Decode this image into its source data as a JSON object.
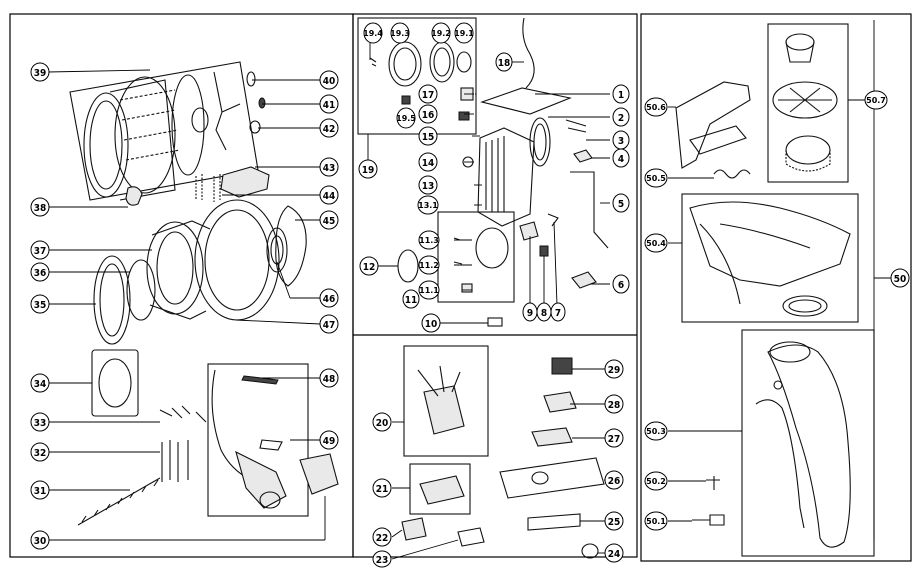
{
  "diagram": {
    "callouts": {
      "c1": "1",
      "c2": "2",
      "c3": "3",
      "c4": "4",
      "c5": "5",
      "c6": "6",
      "c7": "7",
      "c8": "8",
      "c9": "9",
      "c10": "10",
      "c11": "11",
      "c11_1": "11.1",
      "c11_2": "11.2",
      "c11_3": "11.3",
      "c12": "12",
      "c13": "13",
      "c13_1": "13.1",
      "c14": "14",
      "c15": "15",
      "c16": "16",
      "c17": "17",
      "c18": "18",
      "c19": "19",
      "c19_1": "19.1",
      "c19_2": "19.2",
      "c19_3": "19.3",
      "c19_4": "19.4",
      "c19_5": "19.5",
      "c20": "20",
      "c21": "21",
      "c22": "22",
      "c23": "23",
      "c24": "24",
      "c25": "25",
      "c26": "26",
      "c27": "27",
      "c28": "28",
      "c29": "29",
      "c30": "30",
      "c31": "31",
      "c32": "32",
      "c33": "33",
      "c34": "34",
      "c35": "35",
      "c36": "36",
      "c37": "37",
      "c38": "38",
      "c39": "39",
      "c40": "40",
      "c41": "41",
      "c42": "42",
      "c43": "43",
      "c44": "44",
      "c45": "45",
      "c46": "46",
      "c47": "47",
      "c48": "48",
      "c49": "49",
      "c50": "50",
      "c50_1": "50.1",
      "c50_2": "50.2",
      "c50_3": "50.3",
      "c50_4": "50.4",
      "c50_5": "50.5",
      "c50_6": "50.6",
      "c50_7": "50.7"
    }
  }
}
